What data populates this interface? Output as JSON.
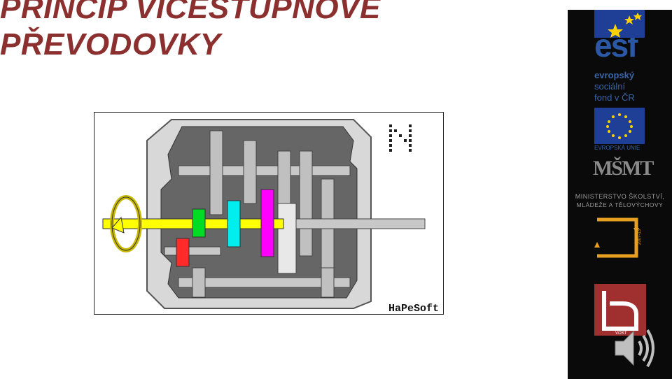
{
  "slide": {
    "title_line1": "PRINCIP VÍCESTUPŇOVÉ",
    "title_line2": "PŘEVODOVKY"
  },
  "figure": {
    "gear_indicator": "N",
    "brand": "HaPeSoft"
  },
  "sidebar": {
    "esf": {
      "logo": "esf",
      "line1": "evropský",
      "line2": "sociální",
      "line3": "fond v ČR"
    },
    "eu": {
      "label": "EVROPSKÁ UNIE"
    },
    "msmt": {
      "logo": "MŠMT",
      "line1": "MINISTERSTVO ŠKOLSTVÍ,",
      "line2": "MLÁDEŽE A TĚLOVÝCHOVY"
    },
    "op": {
      "years": "2007-13"
    },
    "school": {
      "label": "VOŠT"
    }
  },
  "colors": {
    "title": "#8B2F2F",
    "shaft_yellow": "#FFFF00",
    "gear_green": "#00DD22",
    "gear_cyan": "#00EEEE",
    "gear_magenta": "#FF00FF",
    "gear_red": "#FF2A2A",
    "esf_blue": "#2a58a5",
    "op_orange": "#E8A020",
    "school_red": "#A03030"
  },
  "icons": [
    "rotation-arrow-icon",
    "speaker-icon",
    "eu-star-icon"
  ]
}
